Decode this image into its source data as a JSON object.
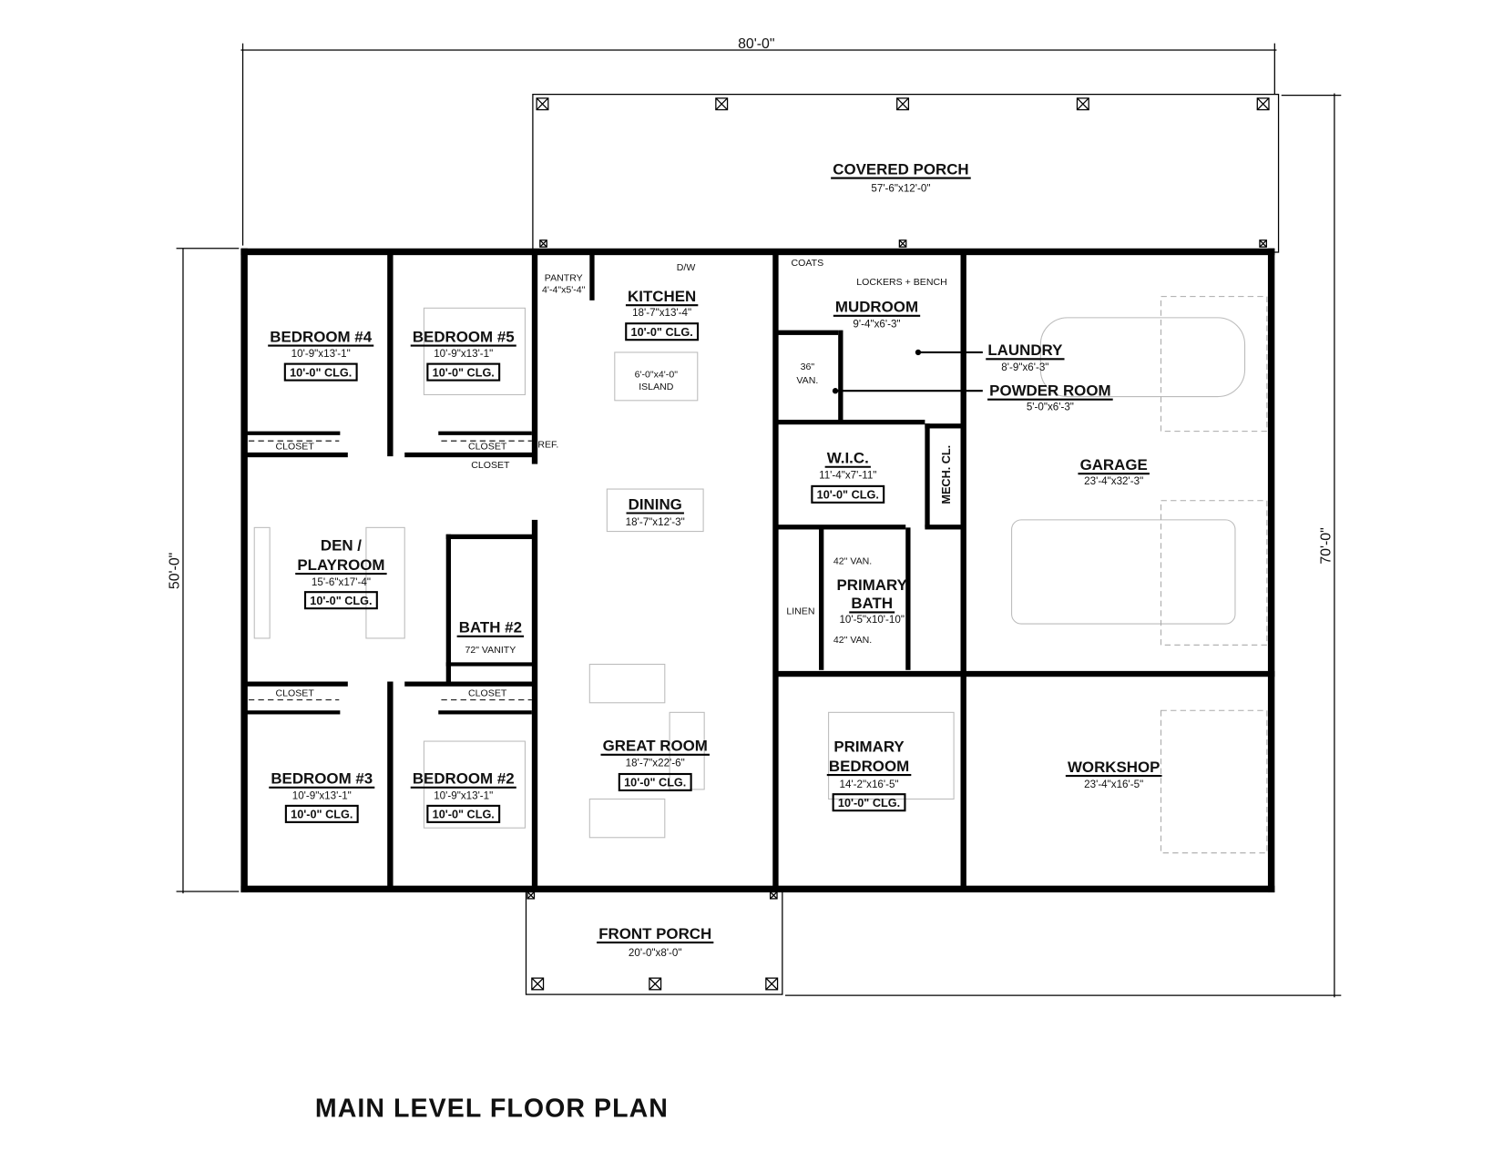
{
  "title": "MAIN LEVEL FLOOR PLAN",
  "dimensions": {
    "overall_width": "80'-0\"",
    "house_depth": "50'-0\"",
    "overall_depth": "70'-0\""
  },
  "rooms": {
    "covered_porch": {
      "name": "COVERED PORCH",
      "size": "57'-6\"x12'-0\""
    },
    "bedroom4": {
      "name": "BEDROOM #4",
      "size": "10'-9\"x13'-1\"",
      "ceiling": "10'-0\" CLG."
    },
    "bedroom5": {
      "name": "BEDROOM #5",
      "size": "10'-9\"x13'-1\"",
      "ceiling": "10'-0\" CLG."
    },
    "kitchen": {
      "name": "KITCHEN",
      "size": "18'-7\"x13'-4\"",
      "ceiling": "10'-0\" CLG."
    },
    "pantry": {
      "name": "PANTRY",
      "size": "4'-4\"x5'-4\""
    },
    "island": {
      "size": "6'-0\"x4'-0\"",
      "name": "ISLAND"
    },
    "dining": {
      "name": "DINING",
      "size": "18'-7\"x12'-3\""
    },
    "den": {
      "name_line1": "DEN /",
      "name_line2": "PLAYROOM",
      "size": "15'-6\"x17'-4\"",
      "ceiling": "10'-0\" CLG."
    },
    "bath2": {
      "name": "BATH #2",
      "vanity": "72\" VANITY"
    },
    "bedroom3": {
      "name": "BEDROOM #3",
      "size": "10'-9\"x13'-1\"",
      "ceiling": "10'-0\" CLG."
    },
    "bedroom2": {
      "name": "BEDROOM #2",
      "size": "10'-9\"x13'-1\"",
      "ceiling": "10'-0\" CLG."
    },
    "great_room": {
      "name": "GREAT ROOM",
      "size": "18'-7\"x22'-6\"",
      "ceiling": "10'-0\" CLG."
    },
    "front_porch": {
      "name": "FRONT PORCH",
      "size": "20'-0\"x8'-0\""
    },
    "mudroom": {
      "name": "MUDROOM",
      "size": "9'-4\"x6'-3\"",
      "coats": "COATS",
      "lockers": "LOCKERS + BENCH"
    },
    "laundry": {
      "name": "LAUNDRY",
      "size": "8'-9\"x6'-3\""
    },
    "powder_room": {
      "name": "POWDER ROOM",
      "size": "5'-0\"x6'-3\"",
      "vanity_line1": "36\"",
      "vanity_line2": "VAN."
    },
    "wic": {
      "name": "W.I.C.",
      "size": "11'-4\"x7'-11\"",
      "ceiling": "10'-0\" CLG."
    },
    "mech": {
      "name": "MECH. CL."
    },
    "garage": {
      "name": "GARAGE",
      "size": "23'-4\"x32'-3\""
    },
    "primary_bath": {
      "name_line1": "PRIMARY",
      "name_line2": "BATH",
      "size": "10'-5\"x10'-10\"",
      "vanity1": "42\" VAN.",
      "vanity2": "42\" VAN.",
      "linen": "LINEN"
    },
    "primary_bedroom": {
      "name_line1": "PRIMARY",
      "name_line2": "BEDROOM",
      "size": "14'-2\"x16'-5\"",
      "ceiling": "10'-0\" CLG."
    },
    "workshop": {
      "name": "WORKSHOP",
      "size": "23'-4\"x16'-5\""
    }
  },
  "labels": {
    "closet": "CLOSET",
    "ref": "REF.",
    "dw": "D/W"
  }
}
